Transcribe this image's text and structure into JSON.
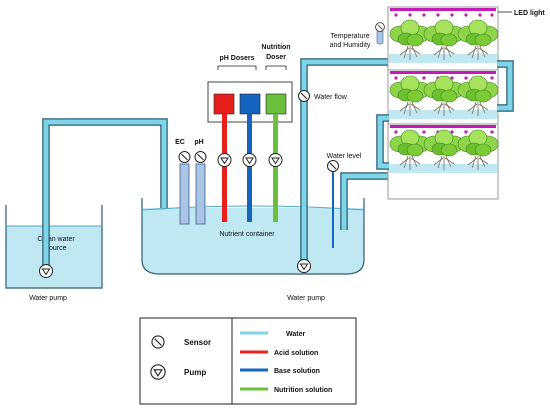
{
  "labels": {
    "clean_water_source_1": "Clean water",
    "clean_water_source_2": "source",
    "water_pump_left": "Water pump",
    "water_pump_bottom": "Water pump",
    "nutrient_container": "Nutrient container",
    "ec": "EC",
    "ph": "pH",
    "ph_dosers": "pH Dosers",
    "nutrition_doser_1": "Nutrition",
    "nutrition_doser_2": "Doser",
    "water_flow": "Water flow",
    "water_level": "Water level",
    "temp_humidity_1": "Temperature",
    "temp_humidity_2": "and Humidity",
    "led_light": "LED light"
  },
  "legend": {
    "sensor": "Sensor",
    "pump": "Pump",
    "water": "Water",
    "acid": "Acid solution",
    "base": "Base solution",
    "nutrition": "Nutrition solution"
  },
  "colors": {
    "water": "#7fd4e6",
    "acid": "#e8201c",
    "base": "#1565c0",
    "nutrition": "#6abf3c",
    "tank_water": "#bfe8f3",
    "led": "#c41bb8",
    "plant": "#6cbf2e"
  },
  "icons": [
    "sensor-icon",
    "pump-icon",
    "plant-icon",
    "led-icon"
  ]
}
